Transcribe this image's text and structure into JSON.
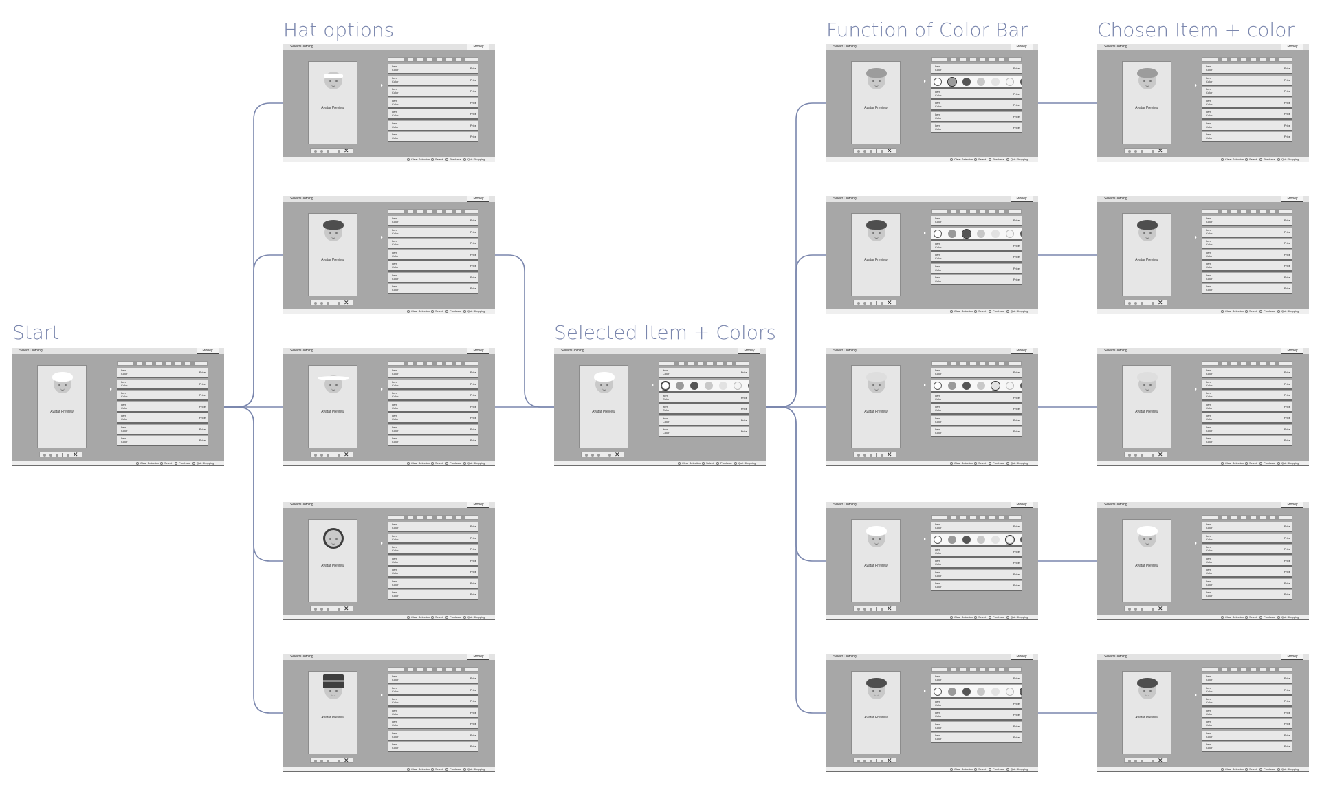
{
  "headings": {
    "start": "Start",
    "hat_options": "Hat options",
    "selected_item_colors": "Selected Item + Colors",
    "function_of_color_bar": "Function of Color Bar",
    "chosen_item_color": "Chosen Item + color"
  },
  "screen": {
    "title": "Select Clothing",
    "money": "Money",
    "preview_label": "Avatar Preview",
    "row_item": "Item",
    "row_color": "Color",
    "row_price": "Price",
    "swatch_label": "Color",
    "footer_buttons": [
      "Clear Selection",
      "Select",
      "Purchase",
      "Quit Shopping"
    ]
  },
  "colors": {
    "connector": "#7a86ad",
    "heading": "#7a86ad",
    "screen_bg": "#a7a7a7",
    "panel_bg": "#e6e6e6",
    "face": "#c9c9c9"
  },
  "flow": [
    {
      "id": "start",
      "column": "Start",
      "hat": "white-beret"
    },
    {
      "id": "hat-1",
      "column": "Hat options",
      "hat": "white-headband"
    },
    {
      "id": "hat-2",
      "column": "Hat options",
      "hat": "dark-beret"
    },
    {
      "id": "hat-3",
      "column": "Hat options",
      "hat": "wide-brim"
    },
    {
      "id": "hat-4",
      "column": "Hat options",
      "hat": "hood"
    },
    {
      "id": "hat-5",
      "column": "Hat options",
      "hat": "top-hat"
    },
    {
      "id": "selected",
      "column": "Selected Item + Colors",
      "hat": "white-beret",
      "color_bar": true,
      "selected_swatch": 0
    },
    {
      "id": "func-1",
      "column": "Function of Color Bar",
      "hat": "grey-beret",
      "color_bar": true,
      "selected_swatch": 1
    },
    {
      "id": "func-2",
      "column": "Function of Color Bar",
      "hat": "dark-beret",
      "color_bar": true,
      "selected_swatch": 2
    },
    {
      "id": "func-3",
      "column": "Function of Color Bar",
      "hat": "light-beret",
      "color_bar": true,
      "selected_swatch": 4
    },
    {
      "id": "func-4",
      "column": "Function of Color Bar",
      "hat": "white-beret",
      "color_bar": true,
      "selected_swatch": 5
    },
    {
      "id": "func-5",
      "column": "Function of Color Bar",
      "hat": "dark-beret",
      "color_bar": true,
      "selected_swatch": 6
    },
    {
      "id": "chosen-1",
      "column": "Chosen Item + color",
      "hat": "grey-beret"
    },
    {
      "id": "chosen-2",
      "column": "Chosen Item + color",
      "hat": "dark-beret"
    },
    {
      "id": "chosen-3",
      "column": "Chosen Item + color",
      "hat": "light-beret"
    },
    {
      "id": "chosen-4",
      "column": "Chosen Item + color",
      "hat": "white-beret"
    },
    {
      "id": "chosen-5",
      "column": "Chosen Item + color",
      "hat": "dark-beret"
    }
  ],
  "connections": [
    [
      "start",
      "hat-1"
    ],
    [
      "start",
      "hat-2"
    ],
    [
      "start",
      "hat-3"
    ],
    [
      "start",
      "hat-4"
    ],
    [
      "start",
      "hat-5"
    ],
    [
      "hat-2",
      "selected"
    ],
    [
      "hat-3",
      "selected"
    ],
    [
      "selected",
      "func-1"
    ],
    [
      "selected",
      "func-2"
    ],
    [
      "selected",
      "func-3"
    ],
    [
      "selected",
      "func-4"
    ],
    [
      "selected",
      "func-5"
    ],
    [
      "func-1",
      "chosen-1"
    ],
    [
      "func-2",
      "chosen-2"
    ],
    [
      "func-3",
      "chosen-3"
    ],
    [
      "func-4",
      "chosen-4"
    ],
    [
      "func-5",
      "chosen-5"
    ]
  ],
  "swatches": [
    "#ffffff",
    "#9a9a9a",
    "#555555",
    "#c8c8c8",
    "#e2e2e2",
    "#f4f4f4",
    "#5a5a5a"
  ]
}
